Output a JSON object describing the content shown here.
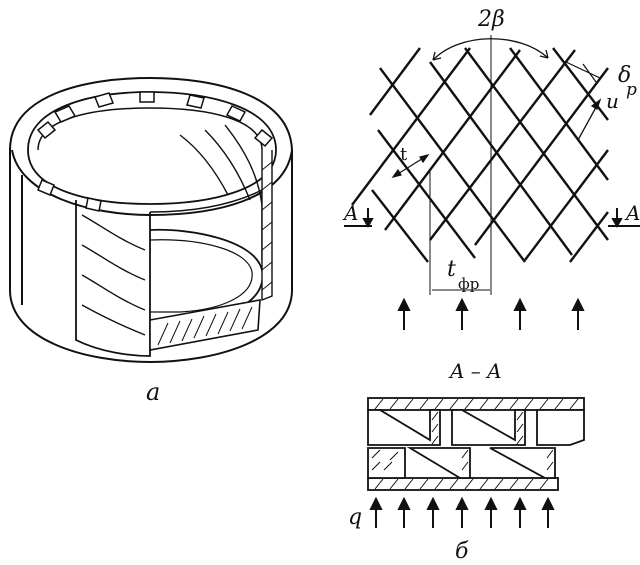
{
  "figure": {
    "panel_a": {
      "caption": "а"
    },
    "panel_b": {
      "angle_label": "2β",
      "thickness_label": "δ",
      "thickness_subscript": "р",
      "velocity_label": "u",
      "pitch_label": "t",
      "front_pitch_label": "t",
      "front_pitch_subscript": "фр",
      "section_marker": "A",
      "section_title": "A – A",
      "flow_label": "q",
      "caption": "б"
    }
  }
}
